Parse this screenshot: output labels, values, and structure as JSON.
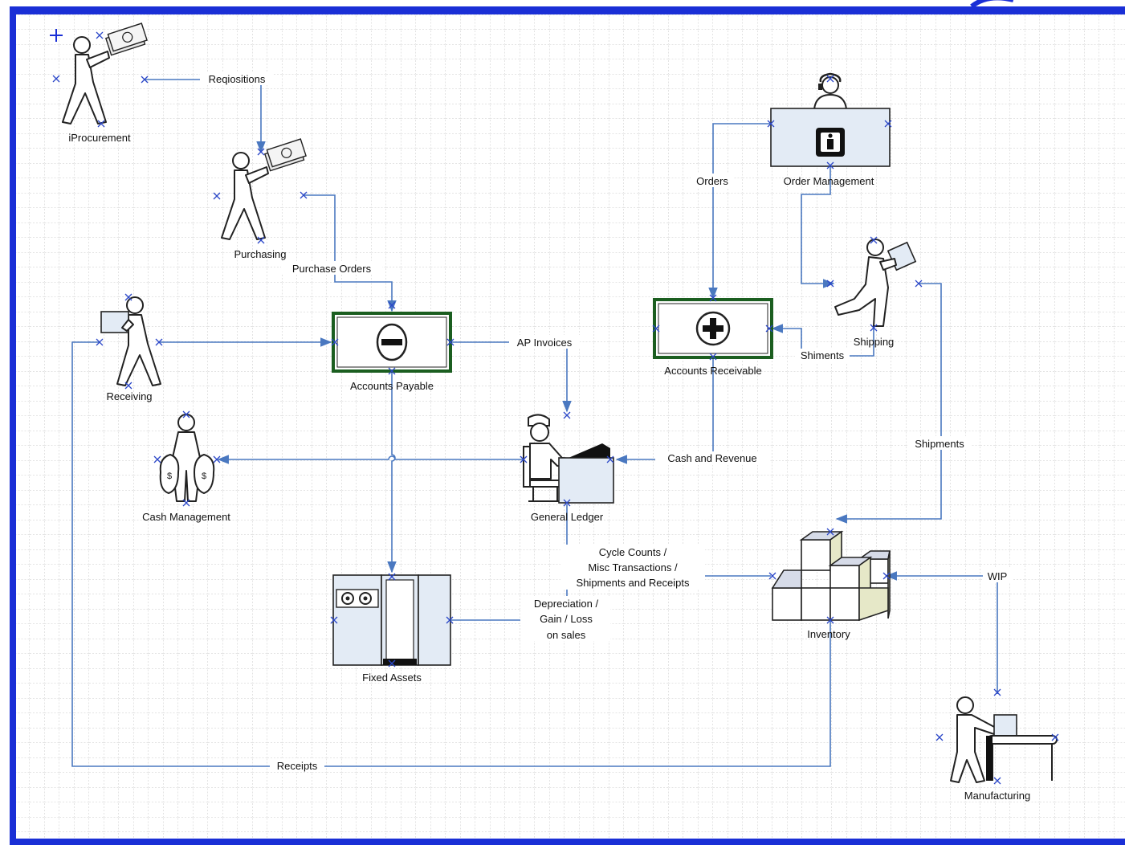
{
  "nodes": {
    "iprocurement": "iProcurement",
    "purchasing": "Purchasing",
    "receiving": "Receiving",
    "accounts_payable": "Accounts Payable",
    "cash_management": "Cash Management",
    "general_ledger": "General Ledger",
    "fixed_assets": "Fixed Assets",
    "order_management": "Order Management",
    "accounts_receivable": "Accounts Receivable",
    "shipping": "Shipping",
    "inventory": "Inventory",
    "manufacturing": "Manufacturing"
  },
  "edges": {
    "requisitions": "Reqiositions",
    "purchase_orders": "Purchase Orders",
    "ap_invoices": "AP Invoices",
    "orders": "Orders",
    "shiments": "Shiments",
    "shipments": "Shipments",
    "cash_and_revenue": "Cash and Revenue",
    "cycle_counts_1": "Cycle Counts /",
    "cycle_counts_2": "Misc Transactions /",
    "cycle_counts_3": "Shipments and Receipts",
    "depreciation_1": "Depreciation /",
    "depreciation_2": "Gain / Loss",
    "depreciation_3": "on sales",
    "wip": "WIP",
    "receipts": "Receipts"
  },
  "colors": {
    "frame": "#1a2fd6",
    "grid": "#b9b9b9",
    "connector": "#4a78c0",
    "connection_point": "#2b47c8",
    "module_border": "#1b5e20",
    "equipment_fill": "#e3ebf5",
    "inventory_fill": "#e6e8c8"
  },
  "icons": {
    "iprocurement": "person-with-money-icon",
    "purchasing": "person-with-money-icon",
    "receiving": "person-carrying-box-icon",
    "accounts_payable": "minus-symbol-icon",
    "cash_management": "person-with-money-bags-icon",
    "general_ledger": "person-at-desk-icon",
    "fixed_assets": "machinery-icon",
    "order_management": "information-desk-icon",
    "accounts_receivable": "plus-symbol-icon",
    "shipping": "person-carrying-package-icon",
    "inventory": "stacked-boxes-icon",
    "manufacturing": "person-at-conveyor-icon"
  }
}
